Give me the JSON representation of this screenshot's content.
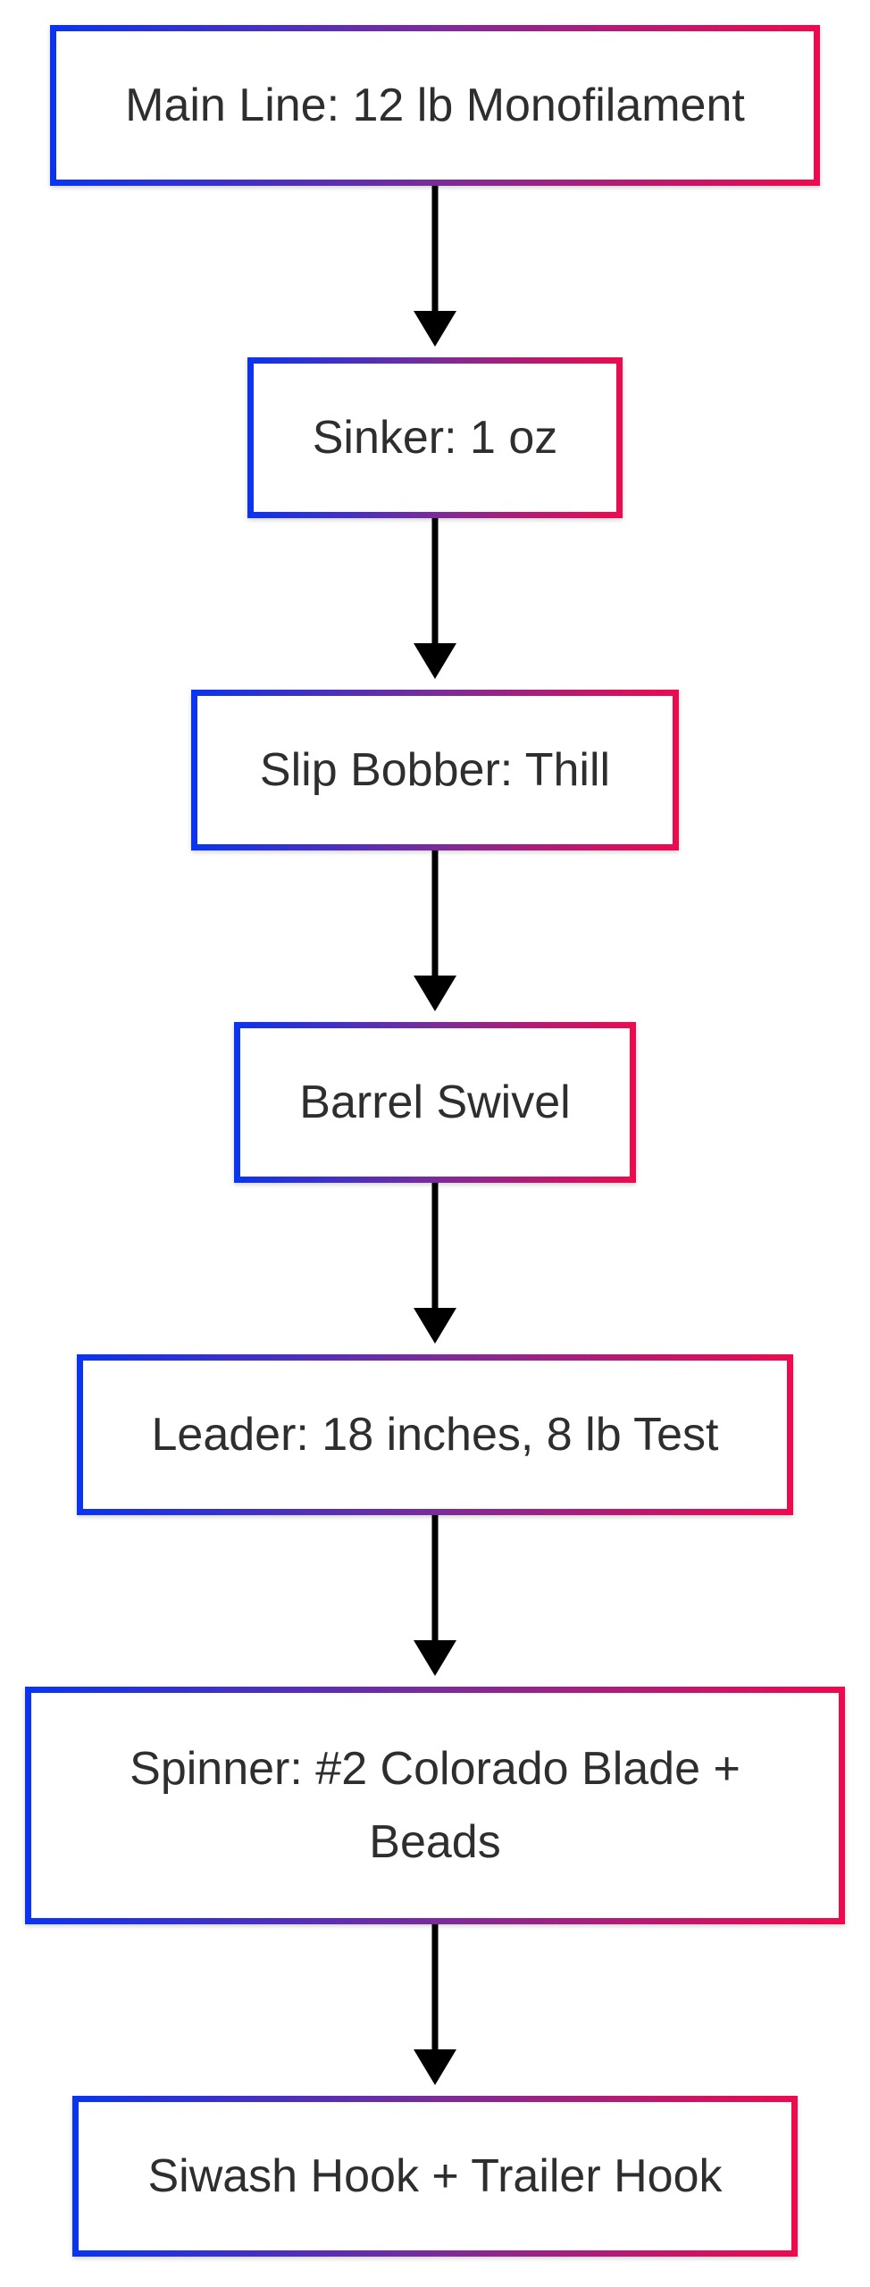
{
  "diagram": {
    "colors": {
      "border_start": "#0a34f0",
      "border_mid": "#7a2c9a",
      "border_end": "#ee0a4e",
      "arrow": "#000000",
      "text": "#2e2e2e",
      "background": "#ffffff"
    },
    "nodes": [
      {
        "label": "Main Line: 12 lb Monofilament"
      },
      {
        "label": "Sinker: 1 oz"
      },
      {
        "label": "Slip Bobber: Thill"
      },
      {
        "label": "Barrel Swivel"
      },
      {
        "label": "Leader: 18 inches, 8 lb Test"
      },
      {
        "label": "Spinner: #2 Colorado Blade + Beads"
      },
      {
        "label": "Siwash Hook + Trailer Hook"
      }
    ],
    "edges": [
      {
        "from": 0,
        "to": 1
      },
      {
        "from": 1,
        "to": 2
      },
      {
        "from": 2,
        "to": 3
      },
      {
        "from": 3,
        "to": 4
      },
      {
        "from": 4,
        "to": 5
      },
      {
        "from": 5,
        "to": 6
      }
    ]
  }
}
